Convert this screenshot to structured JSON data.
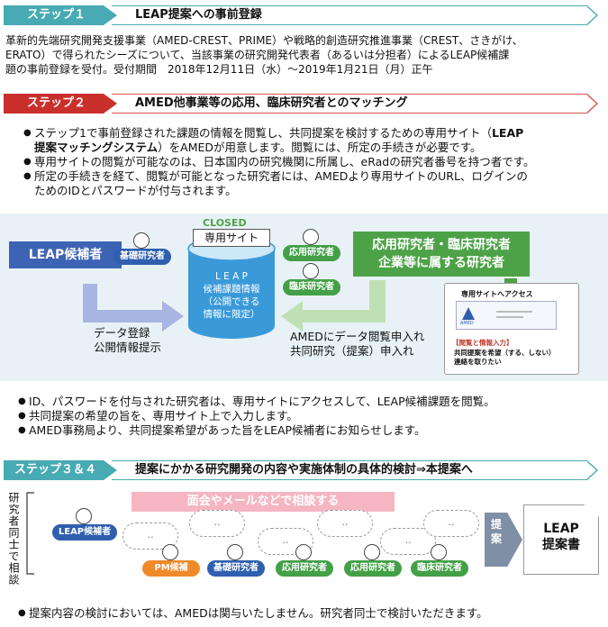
{
  "step1": {
    "tag": "ステップ１",
    "title": "LEAP提案への事前登録",
    "body": [
      "革新的先端研究開発支援事業（AMED-CREST、PRIME）や戦略的創造研究推進事業（CREST、さきがけ、",
      "ERATO）で得られたシーズについて、当該事業の研究開発代表者（あるいは分担者）によるLEAP候補課",
      "題の事前登録を受付。受付期間　2018年12月11日（水）～2019年1月21日（月）正午"
    ]
  },
  "step2": {
    "tag": "ステップ２",
    "title": "AMED他事業等の応用、臨床研究者とのマッチング",
    "b1_a": "ステップ1で事前登録された課題の情報を閲覧し、共同提案を検討するための専用サイト（",
    "b1_bold1": "LEAP",
    "b1_bold2": "提案マッチングシステム",
    "b1_b": "）をAMEDが用意します。閲覧には、所定の手続きが必要です。",
    "b2": "専用サイトの閲覧が可能なのは、日本国内の研究機関に所属し、eRadの研究者番号を持つ者です。",
    "b3_a": "所定の手続きを経て、閲覧が可能となった研究者には、AMEDより専用サイトのURL、ログインの",
    "b3_b": "ためのIDとパスワードが付与されます。"
  },
  "diagram": {
    "leap_candidate": "LEAP候補者",
    "basic_researcher": "基礎研究者",
    "closed": "CLOSED",
    "dedicated_site": "専用サイト",
    "cyl_lines": [
      "L E A P",
      "候補課題情報",
      "（公開できる",
      "情報に限定）"
    ],
    "applied_researcher": "応用研究者",
    "clinical_researcher": "臨床研究者",
    "green_lines": [
      "応用研究者・臨床研究者",
      "企業等に属する研究者"
    ],
    "data_reg": "データ登録",
    "public_info": "公開情報提示",
    "amed_apply": "AMEDにデータ閲覧申入れ",
    "joint_apply": "共同研究（提案）申入れ",
    "inset_header": "専用サイトへアクセス",
    "inset_logo": "AMED",
    "inset_t1": "【閲覧と情報入力】",
    "inset_t2a": "共同提案を希望（する、しない）",
    "inset_t2b": "連絡を取りたい"
  },
  "after_bullets": [
    "ID、パスワードを付与された研究者は、専用サイトにアクセスして、LEAP候補課題を閲覧。",
    "共同提案の希望の旨を、専用サイト上で入力します。",
    "AMED事務局より、共同提案希望があった旨をLEAP候補者にお知らせします。"
  ],
  "step34": {
    "tag": "ステップ３＆４",
    "title": "提案にかかる研究開発の内容や実施体制の具体的検討⇒本提案へ",
    "side": "研究者同士で相談",
    "banner": "面会やメールなどで相談する",
    "leap_candidate": "LEAP候補者",
    "people": [
      "PM候補",
      "基礎研究者",
      "応用研究者",
      "応用研究者",
      "臨床研究者"
    ],
    "cloud": "‥",
    "propose": "提案",
    "doc_lines": [
      "LEAP",
      "提案書"
    ]
  },
  "footer": "提案内容の検討においては、AMEDは関与いたしません。研究者同士で検討いただきます。"
}
